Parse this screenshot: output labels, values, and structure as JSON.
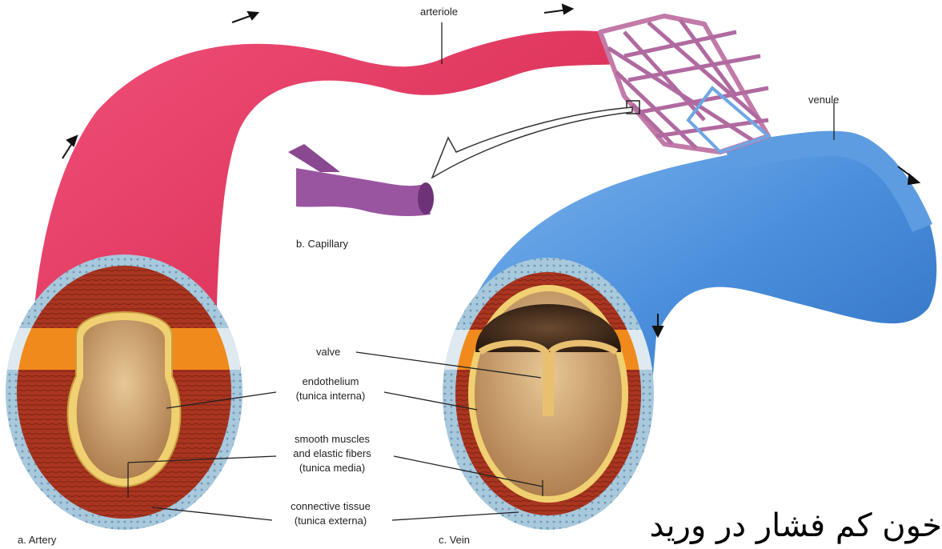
{
  "labels": {
    "arteriole": "arteriole",
    "venule": "venule",
    "capillary": "b. Capillary",
    "valve": "valve",
    "endothelium_1": "endothelium",
    "endothelium_2": "(tunica interna)",
    "smooth_1": "smooth muscles",
    "smooth_2": "and elastic fibers",
    "smooth_3": "(tunica media)",
    "connective_1": "connective tissue",
    "connective_2": "(tunica externa)",
    "artery": "a. Artery",
    "vein": "c. Vein"
  },
  "caption": "خون کم فشار در ورید",
  "colors": {
    "artery": "#e23a5e",
    "vein": "#4f93dc",
    "capillary": "#9b5a9c",
    "muscle": "#a6331f",
    "lumen": "#d6b27e",
    "connective": "#9cc0d8",
    "endothelium_band": "#f08a1c"
  }
}
